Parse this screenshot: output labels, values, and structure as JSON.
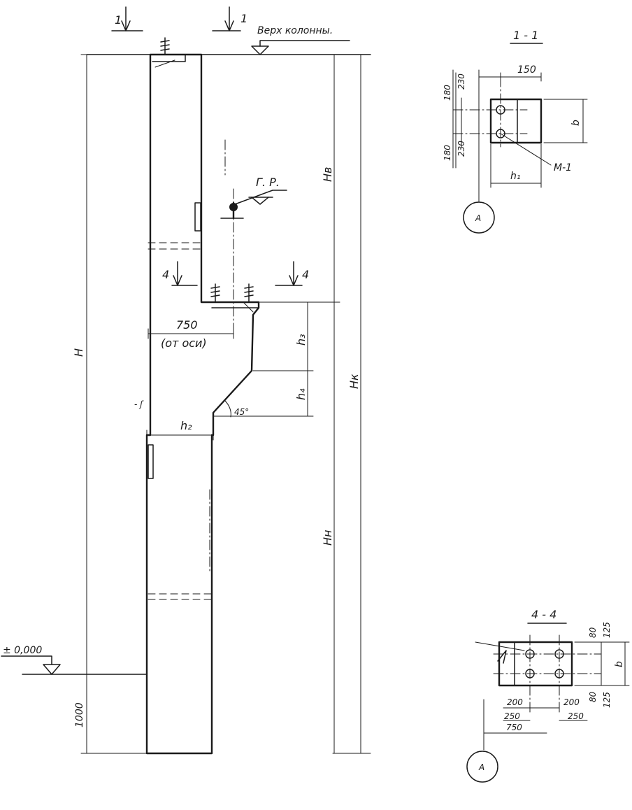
{
  "column": {
    "top_label": "Верх колонны.",
    "crane_rail_label": "Г. Р.",
    "zero_level": "± 0,000",
    "angle": "45°",
    "offset_value": "750",
    "offset_note": "(от оси)",
    "dim_H": "H",
    "dim_Hk": "Hк",
    "dim_Hv": "Hв",
    "dim_Hn": "Hн",
    "dim_h2": "h₂",
    "dim_h3": "h₃",
    "dim_h4": "h₄",
    "dim_1000": "1000",
    "cut_1": "1",
    "cut_4": "4"
  },
  "section_1_1": {
    "title": "1 - 1",
    "dim_150": "150",
    "dim_180_top": "180",
    "dim_230_top": "230",
    "dim_180_bot": "180",
    "dim_230_bot": "230",
    "dim_b": "b",
    "dim_h1": "h₁",
    "label_m1": "М-1",
    "axis": "А"
  },
  "section_4_4": {
    "title": "4 - 4",
    "dim_80_top": "80",
    "dim_125_top": "125",
    "dim_80_bot": "80",
    "dim_125_bot": "125",
    "dim_b": "b",
    "dim_200_left": "200",
    "dim_250_left": "250",
    "dim_200_right": "200",
    "dim_250_right": "250",
    "dim_750": "750",
    "axis": "А"
  }
}
